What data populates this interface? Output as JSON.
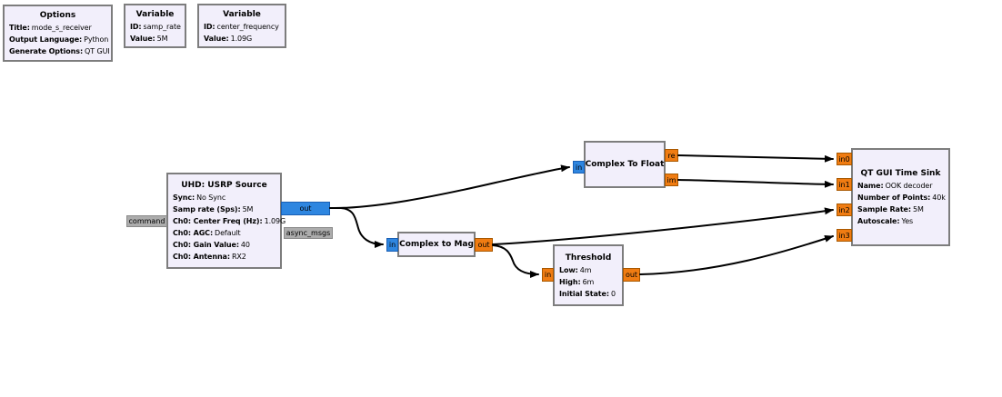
{
  "app": {
    "name": "GNU Radio Companion flowgraph canvas"
  },
  "colors": {
    "canvas_bg": "#FFFFFF",
    "block_fill": "#F2EFFB",
    "block_border": "#7D7D7D",
    "complex_port": "#2E86E0",
    "float_port": "#F07C12",
    "message_port": "#ACACAC",
    "wire": "#000000"
  },
  "blocks": {
    "options": {
      "title": "Options",
      "params": [
        {
          "label": "Title:",
          "value": "mode_s_receiver"
        },
        {
          "label": "Output Language:",
          "value": "Python"
        },
        {
          "label": "Generate Options:",
          "value": "QT GUI"
        }
      ]
    },
    "variable_samp_rate": {
      "title": "Variable",
      "params": [
        {
          "label": "ID:",
          "value": "samp_rate"
        },
        {
          "label": "Value:",
          "value": "5M"
        }
      ]
    },
    "variable_center_frequency": {
      "title": "Variable",
      "params": [
        {
          "label": "ID:",
          "value": "center_frequency"
        },
        {
          "label": "Value:",
          "value": "1.09G"
        }
      ]
    },
    "usrp_source": {
      "title": "UHD: USRP Source",
      "params": [
        {
          "label": "Sync:",
          "value": "No Sync"
        },
        {
          "label": "Samp rate (Sps):",
          "value": "5M"
        },
        {
          "label": "Ch0: Center Freq (Hz):",
          "value": "1.09G"
        },
        {
          "label": "Ch0: AGC:",
          "value": "Default"
        },
        {
          "label": "Ch0: Gain Value:",
          "value": "40"
        },
        {
          "label": "Ch0: Antenna:",
          "value": "RX2"
        }
      ],
      "ports": {
        "command": "command",
        "out": "out",
        "async_msgs": "async_msgs"
      }
    },
    "complex_to_float": {
      "title": "Complex To Float",
      "ports": {
        "in": "in",
        "re": "re",
        "im": "im"
      }
    },
    "complex_to_mag": {
      "title": "Complex to Mag",
      "ports": {
        "in": "in",
        "out": "out"
      }
    },
    "threshold": {
      "title": "Threshold",
      "params": [
        {
          "label": "Low:",
          "value": "4m"
        },
        {
          "label": "High:",
          "value": "6m"
        },
        {
          "label": "Initial State:",
          "value": "0"
        }
      ],
      "ports": {
        "in": "in",
        "out": "out"
      }
    },
    "time_sink": {
      "title": "QT GUI Time Sink",
      "params": [
        {
          "label": "Name:",
          "value": "OOK decoder"
        },
        {
          "label": "Number of Points:",
          "value": "40k"
        },
        {
          "label": "Sample Rate:",
          "value": "5M"
        },
        {
          "label": "Autoscale:",
          "value": "Yes"
        }
      ],
      "ports": {
        "in0": "in0",
        "in1": "in1",
        "in2": "in2",
        "in3": "in3"
      }
    }
  }
}
